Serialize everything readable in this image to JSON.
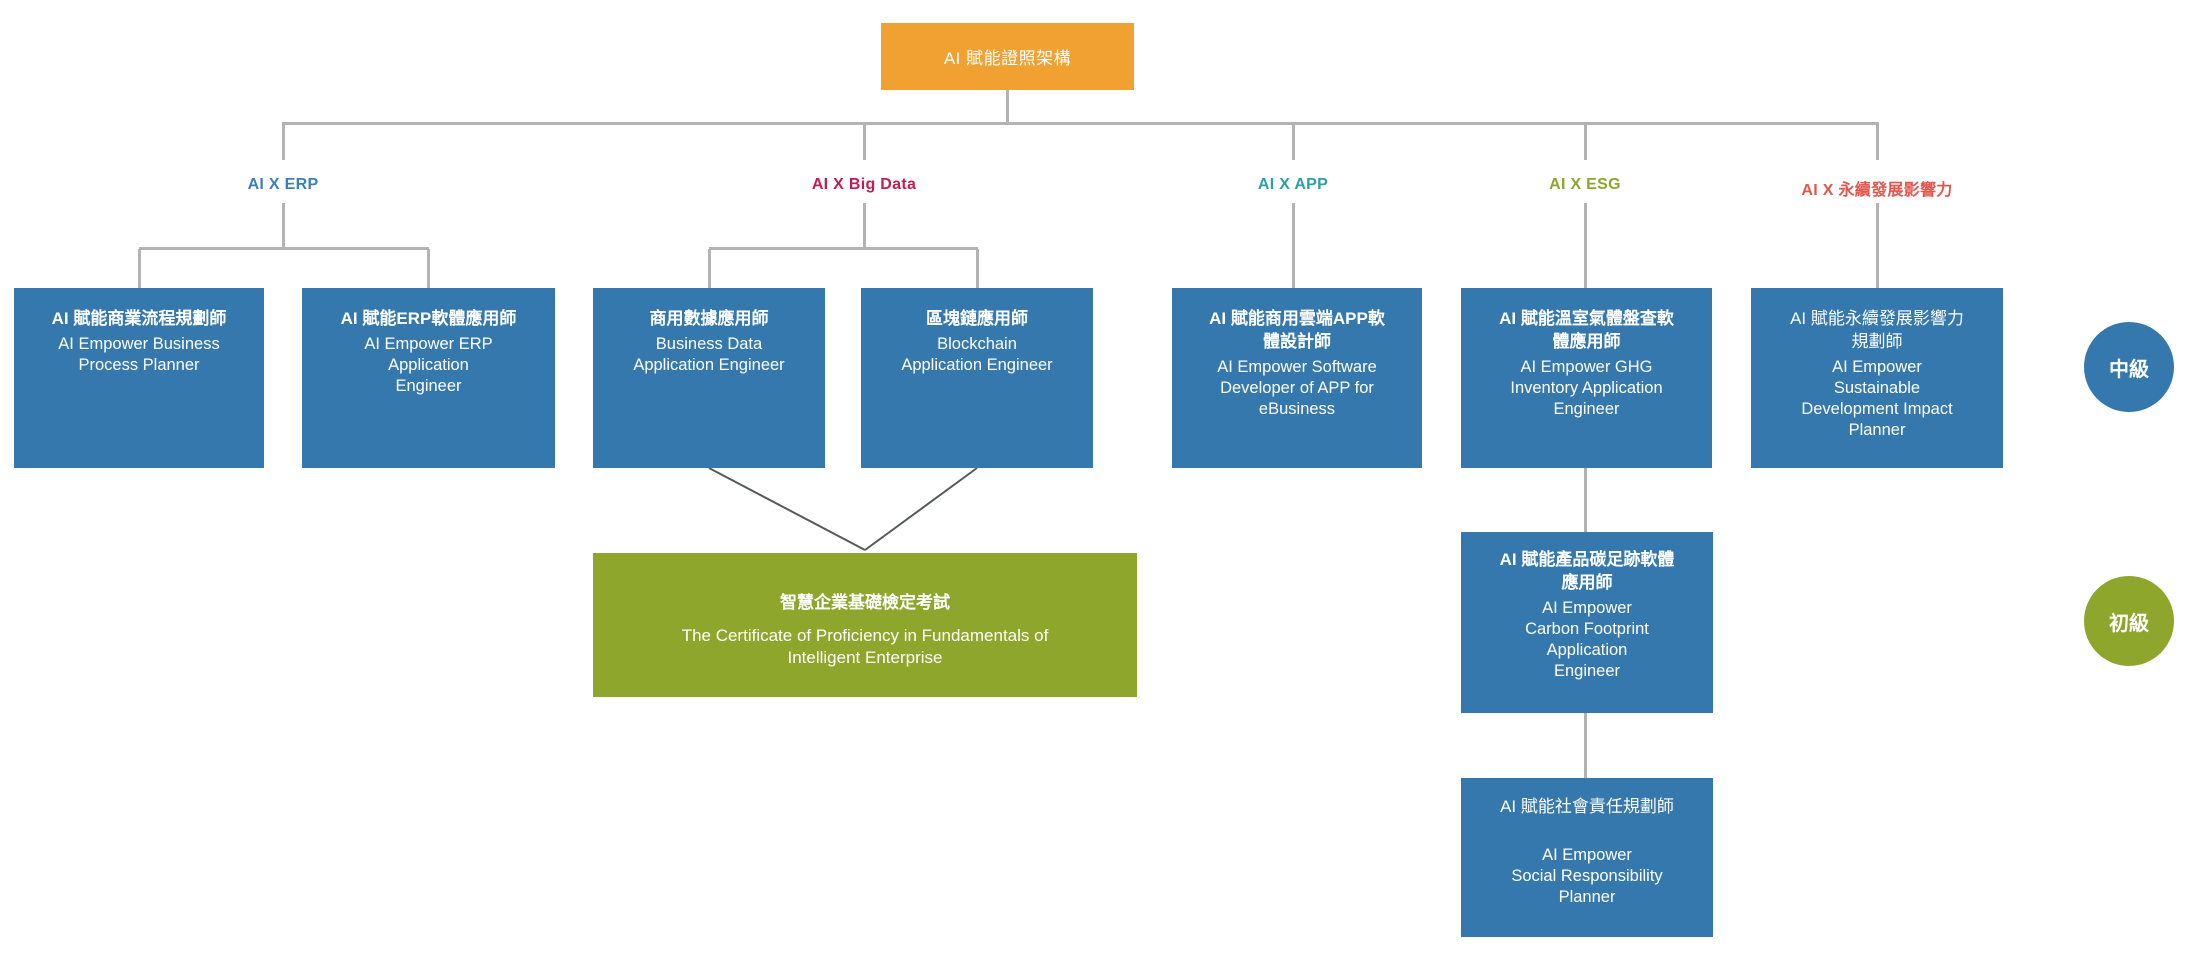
{
  "root": {
    "title": "AI 賦能證照架構"
  },
  "colors": {
    "root": "#f0a132",
    "box-blue": "#3478ad",
    "green": "#8fa62c",
    "connector": "#b3b3b3",
    "line-dark": "#55585c",
    "erp": "#3d7fb8",
    "bigdata": "#c01d56",
    "app": "#2a9fad",
    "esg": "#8fa62c",
    "sdg": "#e2574c"
  },
  "branches": [
    {
      "id": "erp",
      "label": "AI X ERP"
    },
    {
      "id": "bigdata",
      "label": "AI X Big Data"
    },
    {
      "id": "app",
      "label": "AI X APP"
    },
    {
      "id": "esg",
      "label": "AI X ESG"
    },
    {
      "id": "sdg",
      "label": "AI X 永續發展影響力"
    }
  ],
  "certs": [
    {
      "zh": "AI 賦能商業流程規劃師",
      "en": "AI Empower Business\nProcess Planner"
    },
    {
      "zh": "AI 賦能ERP軟體應用師",
      "en": "AI Empower ERP\nApplication\nEngineer"
    },
    {
      "zh": "商用數據應用師",
      "en": "Business Data\nApplication Engineer"
    },
    {
      "zh": "區塊鏈應用師",
      "en": "Blockchain\nApplication Engineer"
    },
    {
      "zh": "AI 賦能商用雲端APP軟\n體設計師",
      "en": "AI Empower Software\nDeveloper of APP for\neBusiness"
    },
    {
      "zh": "AI 賦能溫室氣體盤查軟\n體應用師",
      "en": "AI Empower GHG\nInventory Application\nEngineer"
    },
    {
      "zh": "AI 賦能永續發展影響力\n規劃師",
      "en": "AI Empower\nSustainable\nDevelopment Impact\nPlanner"
    },
    {
      "zh": "AI 賦能產品碳足跡軟體\n應用師",
      "en": "AI Empower\nCarbon Footprint\nApplication\nEngineer"
    },
    {
      "zh": "AI 賦能社會責任規劃師",
      "en": "AI Empower\nSocial Responsibility\nPlanner"
    }
  ],
  "exam": {
    "zh": "智慧企業基礎檢定考試",
    "en": "The Certificate of Proficiency in Fundamentals of\nIntelligent Enterprise"
  },
  "levels": {
    "intermediate": "中級",
    "beginner": "初級"
  }
}
